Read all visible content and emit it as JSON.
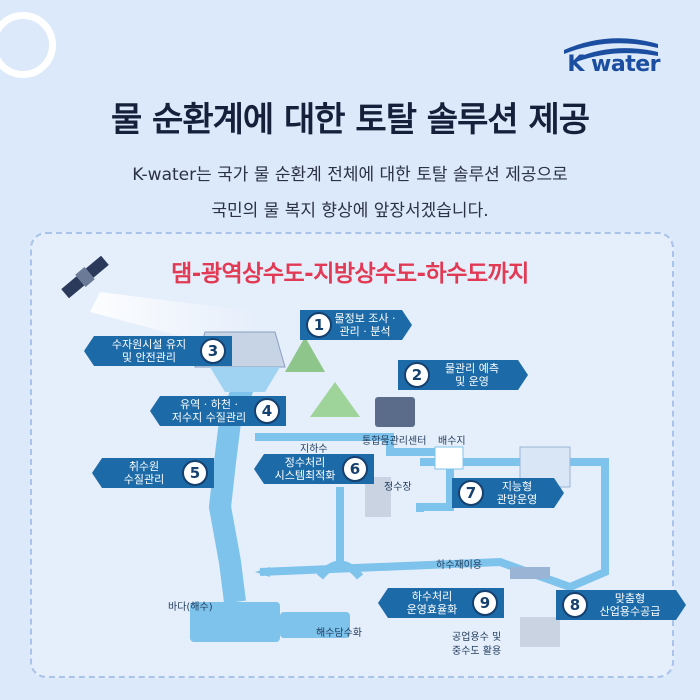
{
  "brand": {
    "logo_text": "K water"
  },
  "title": "물 순환계에 대한 토탈 솔루션 제공",
  "subtitle_line1": "K-water는 국가 물 순환계 전체에 대한 토탈 솔루션 제공으로",
  "subtitle_line2": "국민의 물 복지 향상에 앞장서겠습니다.",
  "panel_title": "댐-광역상수도-지방상수도-하수도까지",
  "steps": [
    {
      "num": "1",
      "line1": "물정보 조사 ·",
      "line2": "관리 · 분석"
    },
    {
      "num": "2",
      "line1": "물관리 예측",
      "line2": "및 운영"
    },
    {
      "num": "3",
      "line1": "수자원시설 유지",
      "line2": "및 안전관리"
    },
    {
      "num": "4",
      "line1": "유역 · 하천 ·",
      "line2": "저수지 수질관리"
    },
    {
      "num": "5",
      "line1": "취수원",
      "line2": "수질관리"
    },
    {
      "num": "6",
      "line1": "정수처리",
      "line2": "시스템최적화"
    },
    {
      "num": "7",
      "line1": "지능형",
      "line2": "관망운영"
    },
    {
      "num": "8",
      "line1": "맞춤형",
      "line2": "산업용수공급"
    },
    {
      "num": "9",
      "line1": "하수처리",
      "line2": "운영효율화"
    }
  ],
  "labels": {
    "groundwater": "지하수",
    "control_center": "통합물관리센터",
    "distribution": "배수지",
    "purification": "정수장",
    "sewage_reuse": "하수재이용",
    "sea": "바다(해수)",
    "desalination": "해수담수화",
    "industrial_line1": "공업용수 및",
    "industrial_line2": "중수도 활용"
  },
  "colors": {
    "title": "#16203a",
    "accent": "#e23a55",
    "tag": "#1c6aa8",
    "pipe": "#7ec3ec",
    "brand": "#1b4ea0"
  }
}
